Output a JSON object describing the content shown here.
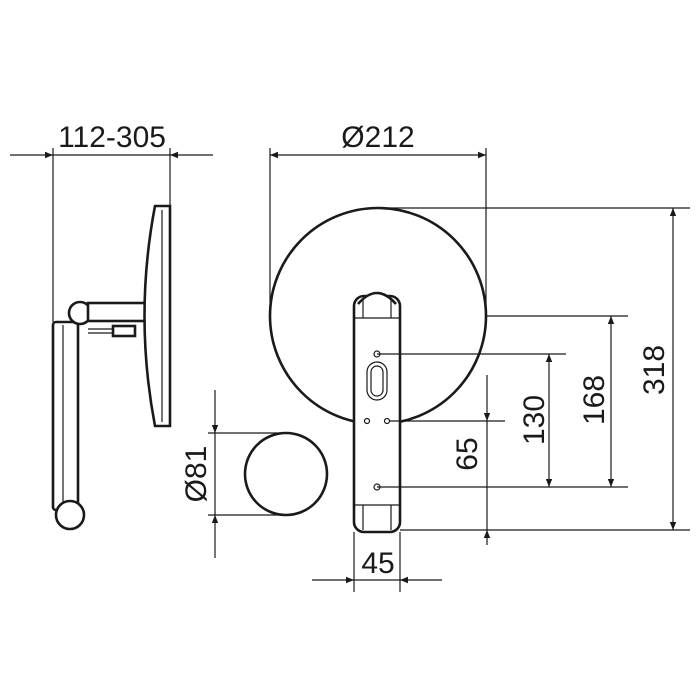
{
  "dimensions": {
    "projection_range": "112-305",
    "mirror_diameter": "Ø212",
    "small_mirror_diameter": "Ø81",
    "total_height": "318",
    "mounting_168": "168",
    "mounting_130": "130",
    "mounting_65": "65",
    "bracket_width": "45"
  },
  "colors": {
    "line": "#1a1a1a",
    "background": "#ffffff"
  }
}
